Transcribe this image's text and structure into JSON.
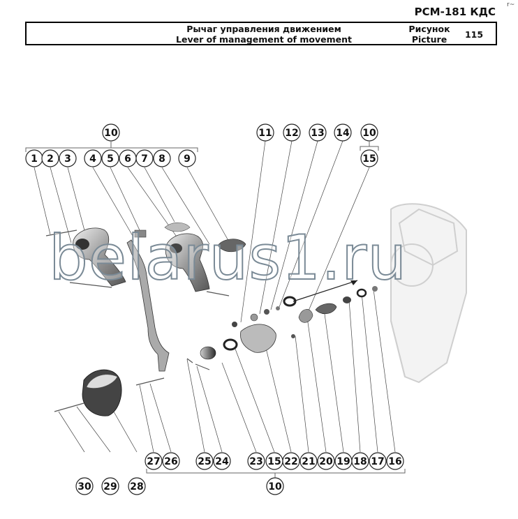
{
  "document": {
    "code": "РСМ-181 КДС",
    "title_ru": "Рычаг управления движением",
    "title_en": "Lever of management of movement",
    "label_ru": "Рисунок",
    "label_en": "Picture",
    "figure_number": "115",
    "corner_mark": "r~"
  },
  "watermark": "belarus1.ru",
  "callouts": {
    "top": [
      "10",
      "1",
      "2",
      "3",
      "4",
      "5",
      "6",
      "7",
      "8",
      "9",
      "11",
      "12",
      "13",
      "14",
      "10",
      "15"
    ],
    "bottom": [
      "27",
      "26",
      "25",
      "24",
      "23",
      "15",
      "22",
      "21",
      "20",
      "19",
      "18",
      "17",
      "16",
      "30",
      "29",
      "28",
      "10"
    ]
  }
}
